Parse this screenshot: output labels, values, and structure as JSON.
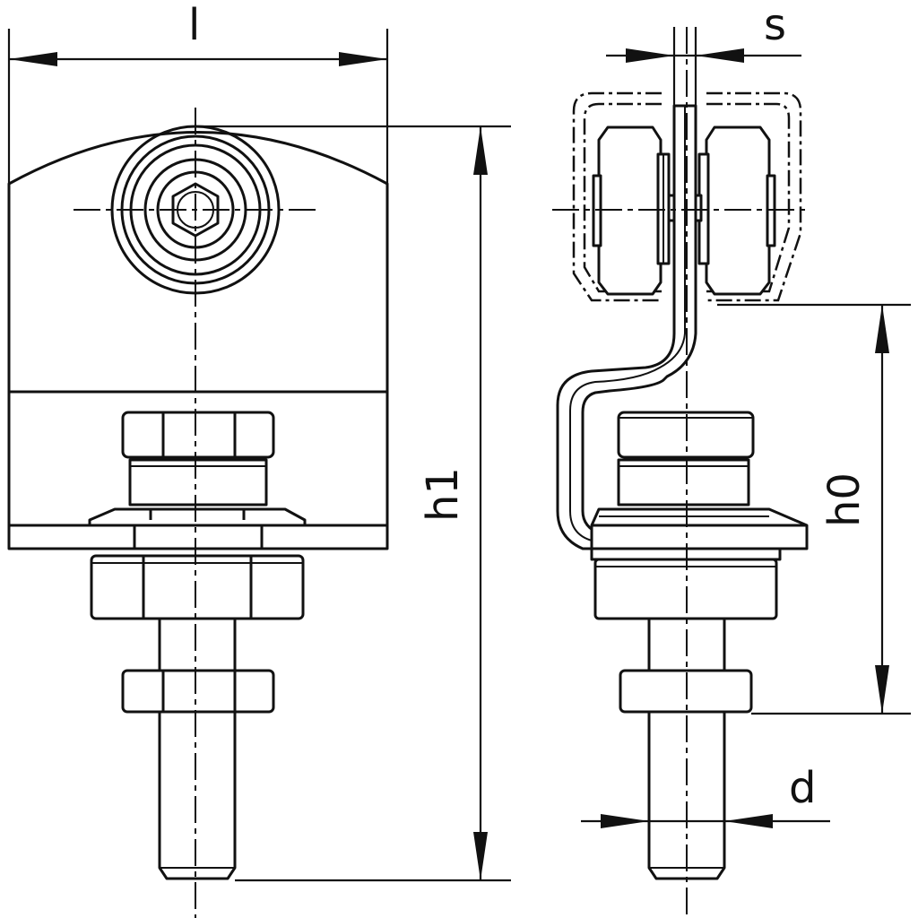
{
  "dimensions": {
    "length_label": "l",
    "overall_height_label": "h1",
    "offset_height_label": "h0",
    "thickness_label": "s",
    "bolt_diameter_label": "d"
  },
  "colors": {
    "line": "#111111",
    "background": "#ffffff"
  }
}
